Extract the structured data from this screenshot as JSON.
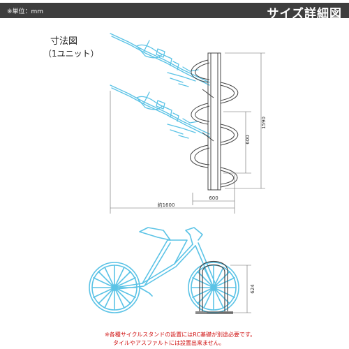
{
  "header": {
    "unit_note": "※単位：mm",
    "title": "サイズ詳細図"
  },
  "drawing": {
    "title": "寸法図",
    "unit": "（1ユニット）"
  },
  "dimensions": {
    "length": "約1600",
    "depth": "600",
    "height_total": "1590",
    "height_mid": "600",
    "wheel_height": "624"
  },
  "notes": {
    "line1": "※各種サイクルスタンドの設置にはRC基礎が別途必要です。",
    "line2": "タイルやアスファルトには設置出来ません。"
  },
  "colors": {
    "header_bg": "#3e3e3e",
    "bicycle_line": "#5bc3e6",
    "note_text": "#d01010"
  }
}
